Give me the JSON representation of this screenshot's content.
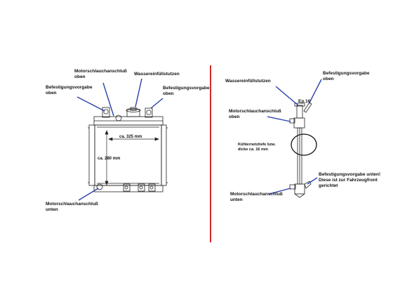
{
  "colors": {
    "line": "#222222",
    "pointer": "#2b3fa8",
    "divider": "#d42a2a"
  },
  "left": {
    "labels": {
      "hose_top": [
        "Motorschlauchanschluß",
        "oben"
      ],
      "mount_top_left": [
        "Befestigungsvorgabe",
        "oben"
      ],
      "water_inlet": "Wassereinfüllstutzen",
      "mount_top_right": [
        "Befestigungsvorgabe",
        "oben"
      ],
      "hose_bottom": [
        "Motorschlauchanschluß",
        "unten"
      ]
    },
    "dimensions": {
      "width": "ca. 325 mm",
      "height": "ca. 280 mm"
    }
  },
  "right": {
    "labels": {
      "water_inlet": "Wassereinfüllstutzen",
      "mount_top": [
        "Befestigungsvorgabe",
        "oben"
      ],
      "cap_spec": "Ep.16",
      "hose_top": [
        "Motorschlauchanschluß",
        "oben"
      ],
      "core_depth": [
        "Kühlernetztiefe bzw.",
        "dicke ca. 16 mm"
      ],
      "mount_bottom": [
        "Befestigungsvorgabe unten!",
        "Diese ist zur Fahrzeugfront",
        "gerichtet"
      ],
      "hose_bottom": [
        "Motorschlauchanschluß",
        "unten"
      ]
    }
  }
}
